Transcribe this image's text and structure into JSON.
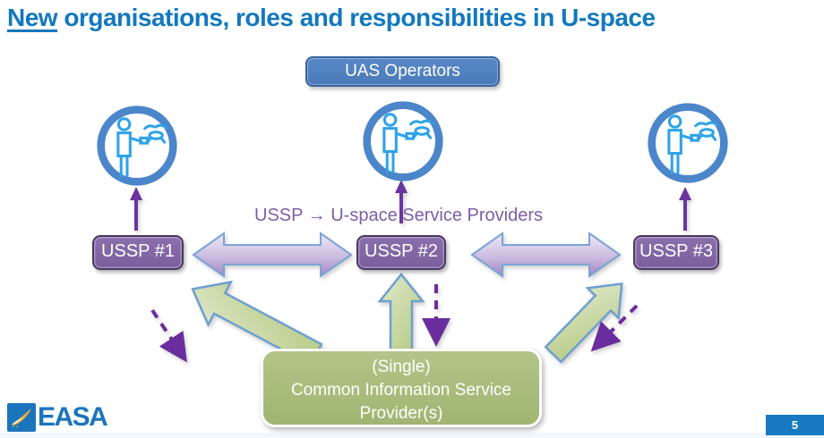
{
  "title": {
    "highlight": "New",
    "rest": " organisations, roles and responsibilities in U-space"
  },
  "uas_operators": {
    "label": "UAS Operators"
  },
  "ussp_caption": {
    "text": "USSP → U-space Service Providers"
  },
  "ussp_boxes": [
    {
      "label": "USSP #1"
    },
    {
      "label": "USSP #2"
    },
    {
      "label": "USSP #3"
    }
  ],
  "cis_box": {
    "line1": "(Single)",
    "line2": "Common Information Service",
    "line3": "Provider(s)"
  },
  "footer": {
    "logo_text": "EASA",
    "page_number": "5"
  },
  "icons": {
    "operator": "operator-with-drone-icon",
    "logo": "easa-bird-icon",
    "caption_arrow": "right-arrow-glyph"
  },
  "colors": {
    "title_blue": "#1278BE",
    "uas_box_blue": "#4E7FC0",
    "ussp_purple": "#8064A2",
    "arrow_purple": "#6A2D9E",
    "double_arrow_lilac": "#C3B1DB",
    "green_arrow": "#C3D69B",
    "cis_green": "#A9BD7D",
    "badge_blue": "#1779C2"
  }
}
